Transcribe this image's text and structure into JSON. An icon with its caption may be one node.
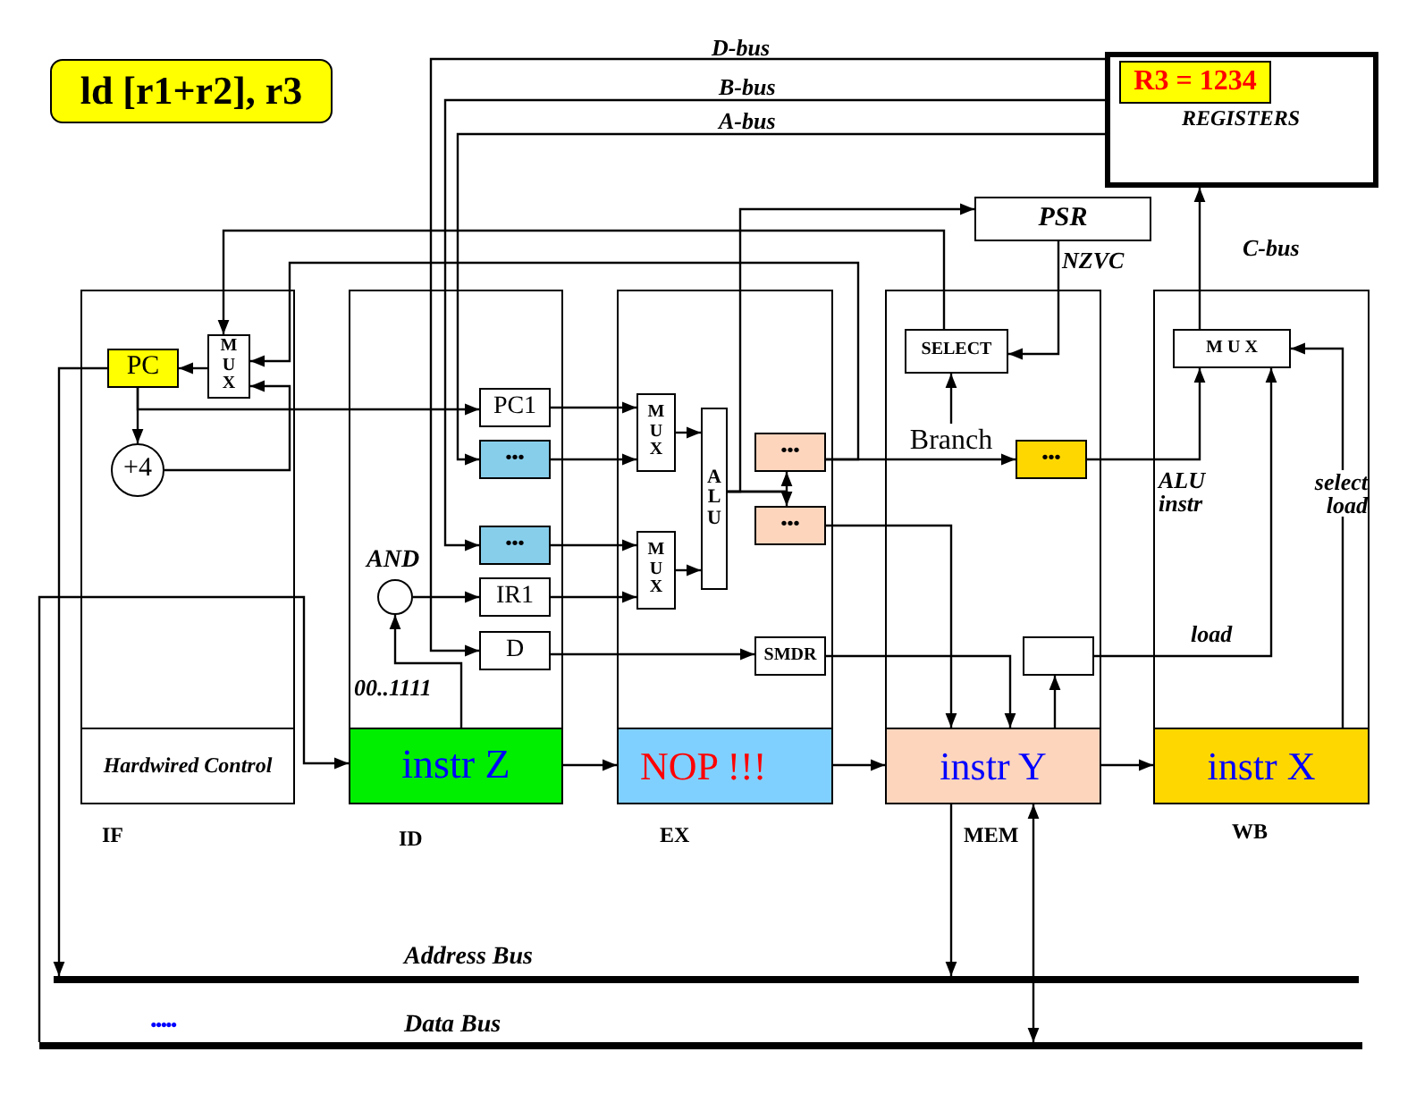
{
  "diagram": {
    "title": "ld [r1+r2], r3",
    "nodes": [
      {
        "text": [
          "REGISTERS"
        ]
      },
      {
        "text": [
          "R3 = 1234"
        ],
        "in": 0
      },
      {
        "text": [
          "PSR"
        ]
      },
      {
        "text": [
          "IF"
        ]
      },
      {
        "text": [
          "M U X"
        ],
        "in": 3
      },
      {
        "text": [
          "PC"
        ],
        "in": 3
      },
      {
        "text": [
          "+4"
        ],
        "in": 3
      },
      {
        "text": [
          "Hardwired Control"
        ],
        "in": 3
      },
      {
        "text": [
          "ID"
        ]
      },
      {
        "text": [
          "PC1"
        ],
        "in": 8
      },
      {
        "text": [
          "•••"
        ],
        "in": 8
      },
      {
        "text": [
          "•••"
        ],
        "in": 8
      },
      {
        "text": [
          "AND"
        ],
        "in": 8
      },
      {
        "text": [
          "IR1"
        ],
        "in": 8
      },
      {
        "text": [
          "D"
        ],
        "in": 8
      },
      {
        "text": [
          "instr Z"
        ],
        "in": 8
      },
      {
        "text": [
          "EX"
        ]
      },
      {
        "text": [
          "M U X"
        ],
        "in": 16
      },
      {
        "text": [
          "M U X"
        ],
        "in": 16
      },
      {
        "text": [
          "A L U"
        ],
        "in": 16
      },
      {
        "text": [
          "•••"
        ],
        "in": 16
      },
      {
        "text": [
          "•••"
        ],
        "in": 16
      },
      {
        "text": [
          "SMDR"
        ],
        "in": 16
      },
      {
        "text": [
          "NOP !!!"
        ],
        "in": 16
      },
      {
        "text": [
          "MEM"
        ]
      },
      {
        "text": [
          "SELECT"
        ],
        "in": 24
      },
      {
        "text": [
          "Branch"
        ],
        "in": 24
      },
      {
        "text": [
          "•••"
        ],
        "in": 24
      },
      {
        "text": [],
        "shape": "box",
        "in": 24
      },
      {
        "text": [
          "instr Y"
        ],
        "in": 24
      },
      {
        "text": [
          "WB"
        ]
      },
      {
        "text": [
          "M U X"
        ],
        "in": 30
      },
      {
        "text": [
          "instr X"
        ],
        "in": 30
      },
      {
        "text": [
          "Address Bus"
        ]
      },
      {
        "text": [
          "Data Bus"
        ]
      }
    ],
    "edges": [
      {
        "from": 0,
        "to": 14,
        "arrow": "to",
        "label": "D-bus"
      },
      {
        "from": 0,
        "to": 11,
        "arrow": "to",
        "label": "B-bus"
      },
      {
        "from": 0,
        "to": 10,
        "arrow": "to",
        "label": "A-bus"
      },
      {
        "from": 25,
        "to": 4,
        "arrow": "to"
      },
      {
        "from": 20,
        "to": 4,
        "arrow": "to"
      },
      {
        "from": 6,
        "to": 4,
        "arrow": "to"
      },
      {
        "from": 4,
        "to": 5,
        "arrow": "to"
      },
      {
        "from": 5,
        "to": 9,
        "arrow": "to"
      },
      {
        "from": 5,
        "to": 6,
        "arrow": "to"
      },
      {
        "from": 5,
        "to": 33,
        "arrow": "to"
      },
      {
        "from": 34,
        "to": 15,
        "arrow": "to"
      },
      {
        "from": 15,
        "to": 12,
        "arrow": "to",
        "label": "00..1111"
      },
      {
        "from": 12,
        "to": 13,
        "arrow": "to"
      },
      {
        "from": 9,
        "to": 17,
        "arrow": "to"
      },
      {
        "from": 10,
        "to": 17,
        "arrow": "to"
      },
      {
        "from": 11,
        "to": 18,
        "arrow": "to"
      },
      {
        "from": 13,
        "to": 18,
        "arrow": "to"
      },
      {
        "from": 17,
        "to": 19,
        "arrow": "to"
      },
      {
        "from": 18,
        "to": 19,
        "arrow": "to"
      },
      {
        "from": 19,
        "to": 2,
        "arrow": "to"
      },
      {
        "from": 19,
        "to": 20,
        "arrow": "to"
      },
      {
        "from": 19,
        "to": 21,
        "arrow": "to"
      },
      {
        "from": 14,
        "to": 22,
        "arrow": "to"
      },
      {
        "from": 2,
        "to": 25,
        "arrow": "to",
        "label": "NZVC"
      },
      {
        "from": 26,
        "to": 25,
        "arrow": "to"
      },
      {
        "from": 20,
        "to": 27,
        "arrow": "to"
      },
      {
        "from": 27,
        "to": 31,
        "arrow": "to",
        "label": "ALU instr"
      },
      {
        "from": 28,
        "to": 31,
        "arrow": "to",
        "label": "load"
      },
      {
        "from": 32,
        "to": 31,
        "arrow": "to",
        "label": "select load"
      },
      {
        "from": 31,
        "to": 0,
        "arrow": "to",
        "label": "C-bus"
      },
      {
        "from": 21,
        "to": 29,
        "arrow": "to"
      },
      {
        "from": 22,
        "to": 29,
        "arrow": "to"
      },
      {
        "from": 29,
        "to": 28,
        "arrow": "to"
      },
      {
        "from": 29,
        "to": 33,
        "arrow": "to"
      },
      {
        "from": 29,
        "to": 34,
        "arrow": "both"
      },
      {
        "from": 15,
        "to": 23,
        "arrow": "to"
      },
      {
        "from": 23,
        "to": 29,
        "arrow": "to"
      },
      {
        "from": 29,
        "to": 32,
        "arrow": "to"
      }
    ],
    "labels": [
      "•••••"
    ]
  }
}
